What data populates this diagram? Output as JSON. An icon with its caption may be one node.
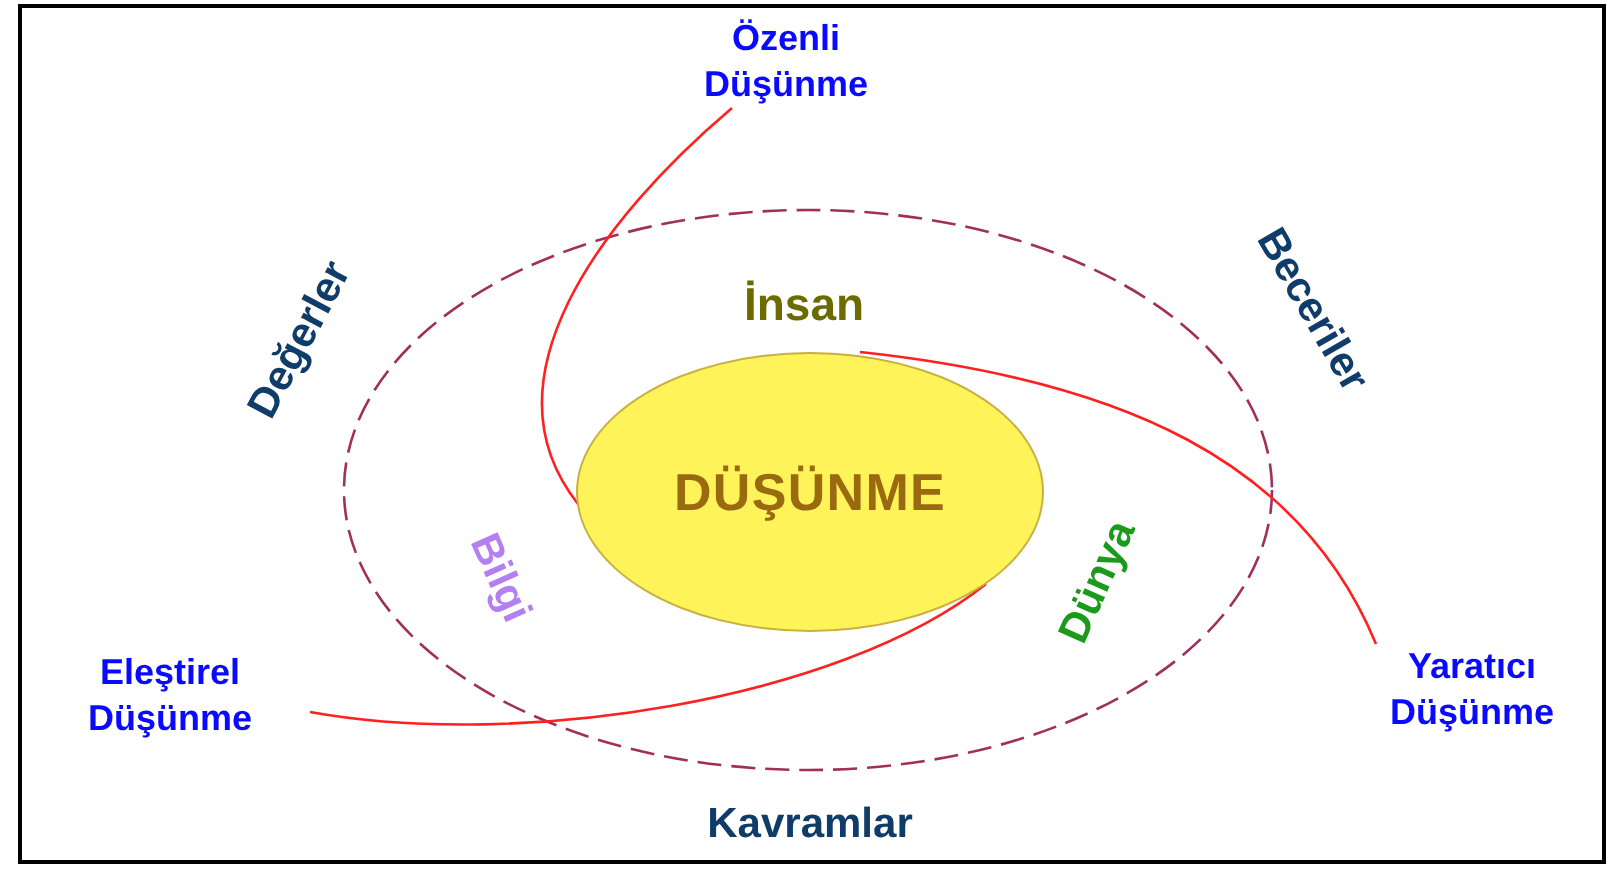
{
  "diagram": {
    "nodes": [
      {
        "text": [
          "Özenli Düşünme"
        ]
      },
      {
        "text": [
          "Eleştirel Düşünme"
        ]
      },
      {
        "text": [
          "Yaratıcı Düşünme"
        ]
      },
      {
        "text": [
          "DÜŞÜNME"
        ]
      }
    ],
    "edges": [
      {
        "from": 0,
        "to": 3,
        "arrow": "none",
        "color": "#ff2020"
      },
      {
        "from": 1,
        "to": 3,
        "arrow": "none",
        "color": "#ff2020"
      },
      {
        "from": 2,
        "to": 3,
        "arrow": "none",
        "color": "#ff2020"
      }
    ],
    "labels": [
      "Değerler",
      "İnsan",
      "Beceriler",
      "Bilgi",
      "Dünya",
      "Kavramlar"
    ]
  }
}
